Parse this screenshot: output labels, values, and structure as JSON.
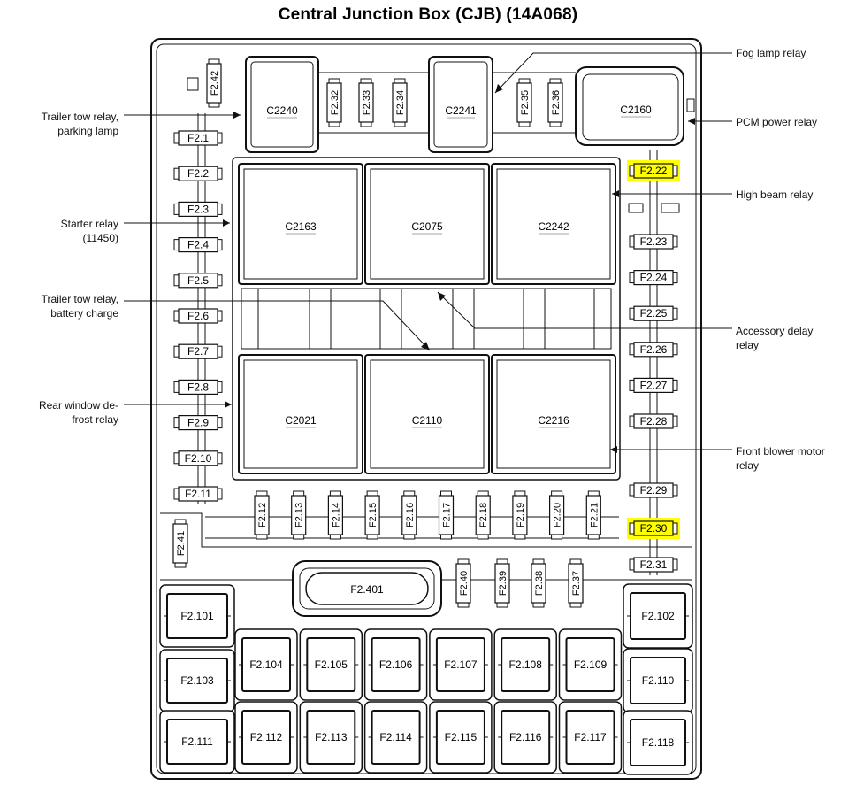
{
  "title": "Central Junction Box (CJB) (14A068)",
  "highlight_color": "#ffff00",
  "labels": {
    "fog_lamp_relay": "Fog lamp relay",
    "pcm_power_relay": "PCM power relay",
    "high_beam_relay": "High beam relay",
    "accessory_delay_relay_1": "Accessory delay",
    "accessory_delay_relay_2": "relay",
    "front_blower_motor_relay_1": "Front blower motor",
    "front_blower_motor_relay_2": "relay",
    "trailer_tow_parking_1": "Trailer tow relay,",
    "trailer_tow_parking_2": "parking lamp",
    "starter_relay_1": "Starter relay",
    "starter_relay_2": "(11450)",
    "trailer_tow_battery_1": "Trailer tow relay,",
    "trailer_tow_battery_2": "battery charge",
    "rear_window_defrost_1": "Rear window de-",
    "rear_window_defrost_2": "frost relay"
  },
  "connectors": {
    "c2240": "C2240",
    "c2241": "C2241",
    "c2160": "C2160",
    "c2163": "C2163",
    "c2075": "C2075",
    "c2242": "C2242",
    "c2021": "C2021",
    "c2110": "C2110",
    "c2216": "C2216"
  },
  "fuses": {
    "f242": "F2.42",
    "f232": "F2.32",
    "f233": "F2.33",
    "f234": "F2.34",
    "f235": "F2.35",
    "f236": "F2.36",
    "f21": "F2.1",
    "f22": "F2.2",
    "f23": "F2.3",
    "f24": "F2.4",
    "f25": "F2.5",
    "f26": "F2.6",
    "f27": "F2.7",
    "f28": "F2.8",
    "f29": "F2.9",
    "f210": "F2.10",
    "f211": "F2.11",
    "f222": "F2.22",
    "f223": "F2.23",
    "f224": "F2.24",
    "f225": "F2.25",
    "f226": "F2.26",
    "f227": "F2.27",
    "f228": "F2.28",
    "f229": "F2.29",
    "f230": "F2.30",
    "f231": "F2.31",
    "f212": "F2.12",
    "f213": "F2.13",
    "f214": "F2.14",
    "f215": "F2.15",
    "f216": "F2.16",
    "f217": "F2.17",
    "f218": "F2.18",
    "f219": "F2.19",
    "f220": "F2.20",
    "f221": "F2.21",
    "f241": "F2.41",
    "f2401": "F2.401",
    "f240": "F2.40",
    "f239": "F2.39",
    "f238": "F2.38",
    "f237": "F2.37",
    "f2101": "F2.101",
    "f2102": "F2.102",
    "f2103": "F2.103",
    "f2104": "F2.104",
    "f2105": "F2.105",
    "f2106": "F2.106",
    "f2107": "F2.107",
    "f2108": "F2.108",
    "f2109": "F2.109",
    "f2110": "F2.110",
    "f2111": "F2.111",
    "f2112": "F2.112",
    "f2113": "F2.113",
    "f2114": "F2.114",
    "f2115": "F2.115",
    "f2116": "F2.116",
    "f2117": "F2.117",
    "f2118": "F2.118"
  }
}
